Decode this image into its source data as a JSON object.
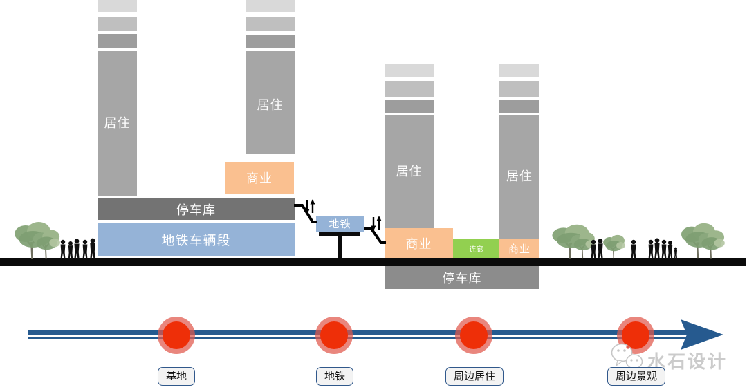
{
  "section": {
    "towers": [
      {
        "label": "居住"
      },
      {
        "label": "居住"
      },
      {
        "label": "居住"
      },
      {
        "label": "居住"
      }
    ],
    "blocks": {
      "commercial_left": "商业",
      "parking_left": "停车库",
      "metro_depot": "地铁车辆段",
      "metro_station": "地铁",
      "commercial_mid": "商业",
      "corridor": "连廊",
      "commercial_right": "商业",
      "parking_right": "停车库"
    },
    "colors": {
      "tower_top1": "#d9d9d9",
      "tower_top2": "#bfbfbf",
      "tower_top3": "#9d9d9d",
      "tower_body": "#a6a6a6",
      "commercial": "#fac090",
      "parking_dark": "#737373",
      "parking_light": "#8c8c8c",
      "metro_blue": "#95b3d7",
      "corridor_green": "#92d050",
      "ground": "#0b0b0b"
    }
  },
  "timeline": {
    "stops": [
      {
        "label": "基地"
      },
      {
        "label": "地铁"
      },
      {
        "label": "周边居住"
      },
      {
        "label": "周边景观"
      }
    ],
    "line_color": "#265a8f",
    "dot_color": "#ee2f08",
    "halo_color": "#e0574b"
  },
  "watermark": {
    "text": "水石设计"
  }
}
